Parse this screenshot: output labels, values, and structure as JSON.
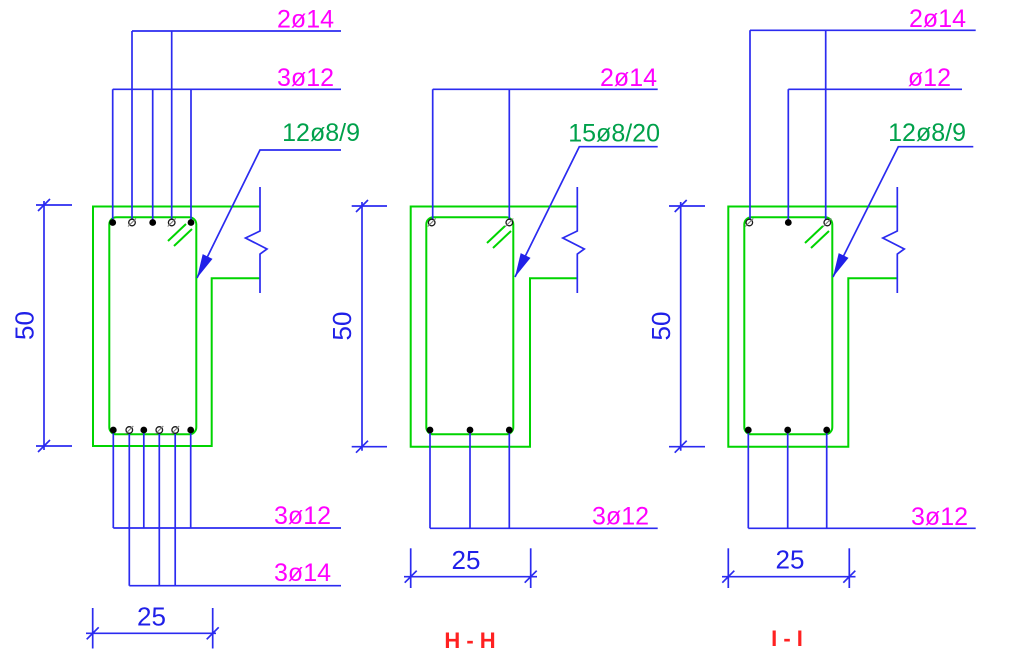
{
  "drawing": {
    "type": "reinforced-concrete-beam-cross-sections",
    "sections": {
      "left": {
        "label_top_hollow_bars": "2ø14",
        "label_top_filled_bars": "3ø12",
        "label_stirrup": "12ø8/9",
        "label_bottom_filled_bars": "3ø12",
        "label_bottom_hollow_bars": "3ø14",
        "dim_height": "50",
        "dim_width": "25"
      },
      "middle": {
        "title": "H - H",
        "label_top_bars": "2ø14",
        "label_stirrup": "15ø8/20",
        "label_bottom_bars": "3ø12",
        "dim_height": "50",
        "dim_width": "25"
      },
      "right": {
        "title": "I - I",
        "label_top_corner_bars": "2ø14",
        "label_top_middle_bar": "ø12",
        "label_stirrup": "12ø8/9",
        "label_bottom_bars": "3ø12",
        "dim_height": "50",
        "dim_width": "25"
      }
    },
    "colors": {
      "background": "#ffffff",
      "leader_lines_blue": "#2b2bf0",
      "dimension_text_blue": "#2020e8",
      "rebar_label_magenta": "#ff00ff",
      "stirrup_label_green": "#00a14b",
      "concrete_outline_green": "#00d400",
      "section_title_red": "#ff2121",
      "rebar_dot_black": "#000000"
    }
  }
}
